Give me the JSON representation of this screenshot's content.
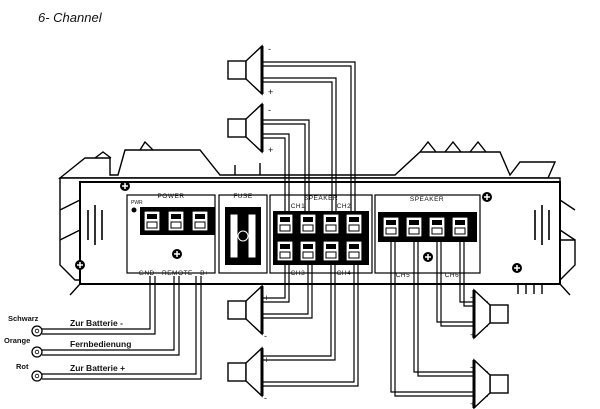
{
  "diagram": {
    "title": "6- Channel",
    "terminal_groups": {
      "power": "POWER",
      "fuse": "FUSE",
      "speaker_left": "SPEAKER",
      "speaker_right": "SPEAKER",
      "ch1": "CH1",
      "ch2": "CH2",
      "ch3": "CH3",
      "ch4": "CH4",
      "ch5": "CH5",
      "ch6": "CH6",
      "pwr_indicator": "PWR",
      "power_terminals": "GND - REMOTE - B+"
    },
    "polarity": {
      "plus": "+",
      "minus": "-"
    },
    "wires": [
      {
        "color_label": "Schwarz",
        "caption": "Zur Batterie -"
      },
      {
        "color_label": "Orange",
        "caption": "Fernbedienung"
      },
      {
        "color_label": "Rot",
        "caption": "Zur Batterie +"
      }
    ]
  }
}
